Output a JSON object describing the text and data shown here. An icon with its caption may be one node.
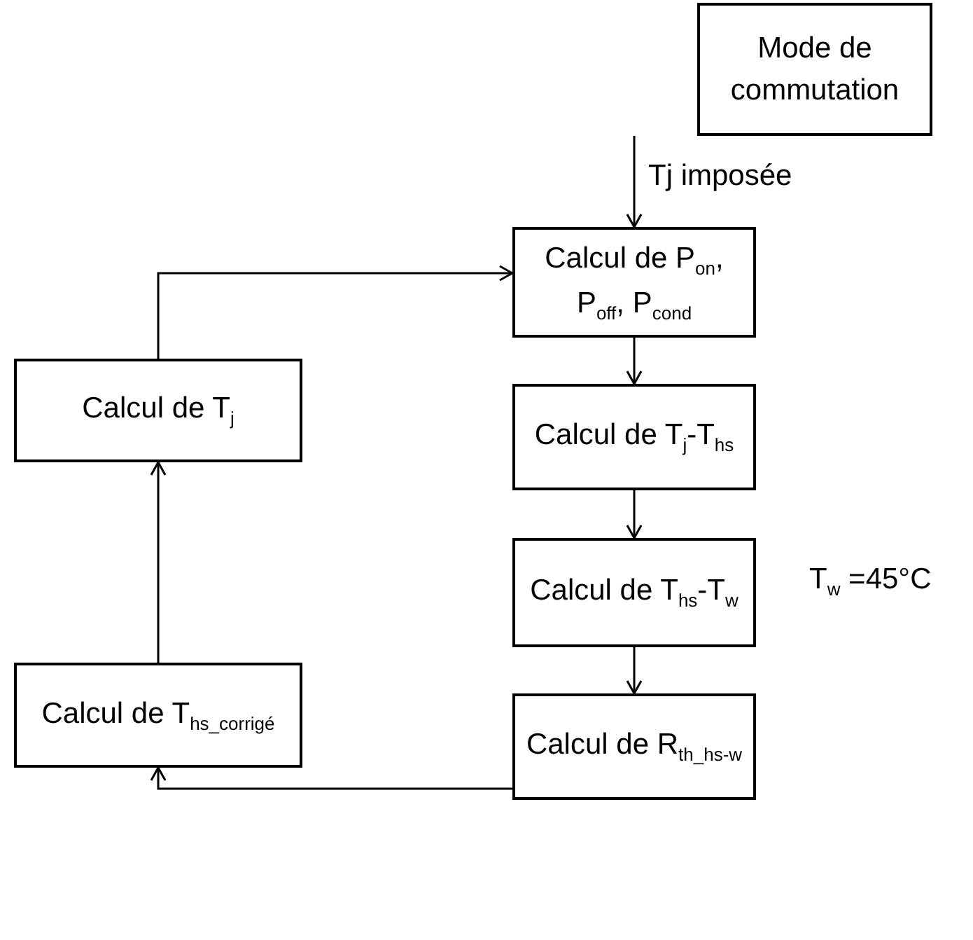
{
  "diagram": {
    "nodes": [
      {
        "text": [
          "Mode de commutation"
        ]
      },
      {
        "text": [
          "Calcul de P$_{on}$, P$_{off}$, P$_{cond}$"
        ]
      },
      {
        "text": [
          "Calcul de T$_{j}$-T$_{hs}$"
        ]
      },
      {
        "text": [
          "Calcul de T$_{hs}$-T$_{w}$"
        ],
        "beside": [
          "T$_{w}$ =45°C"
        ]
      },
      {
        "text": [
          "Calcul de R$_{th_hs-w}$"
        ]
      },
      {
        "text": [
          "Calcul de T$_{j}$"
        ]
      },
      {
        "text": [
          "Calcul de T$_{hs_corrigé}$"
        ]
      }
    ],
    "edges": [
      {
        "from": 0,
        "to": 1,
        "arrow": "to",
        "label": "Tj imposée"
      },
      {
        "from": 1,
        "to": 2,
        "arrow": "to"
      },
      {
        "from": 2,
        "to": 3,
        "arrow": "to"
      },
      {
        "from": 3,
        "to": 4,
        "arrow": "to"
      },
      {
        "from": 4,
        "to": 6,
        "arrow": "to"
      },
      {
        "from": 6,
        "to": 5,
        "arrow": "to"
      },
      {
        "from": 5,
        "to": 1,
        "arrow": "to"
      }
    ]
  }
}
